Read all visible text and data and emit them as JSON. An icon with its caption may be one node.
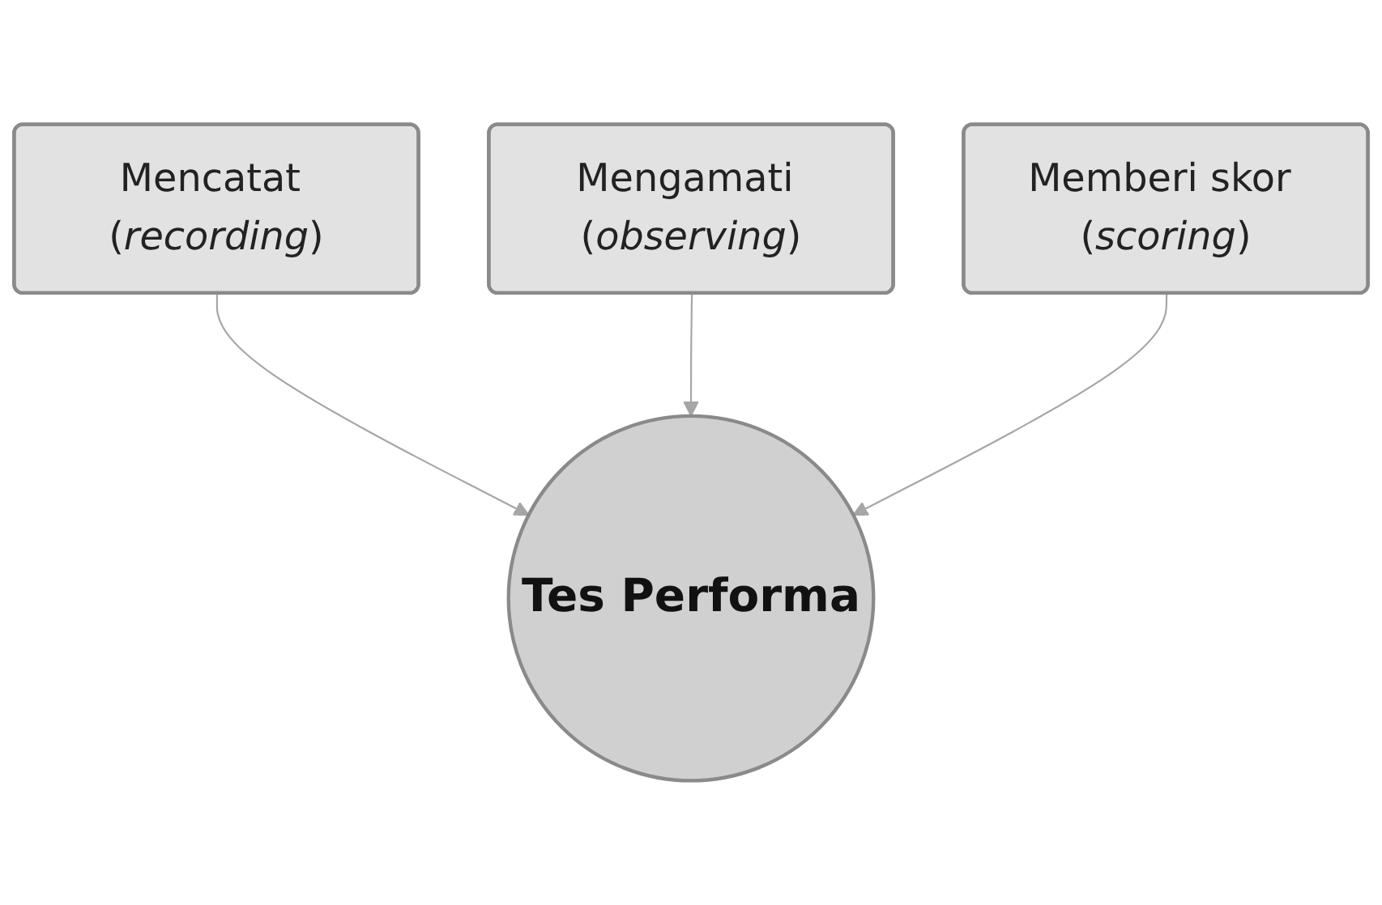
{
  "diagram": {
    "nodes": [
      {
        "text": [
          "Mencatat (*recording*)"
        ]
      },
      {
        "text": [
          "Mengamati (*observing*)"
        ]
      },
      {
        "text": [
          "Memberi skor (*scoring*)"
        ]
      },
      {
        "text": [
          "Tes Performa"
        ]
      }
    ],
    "edges": [
      {
        "from": 0,
        "to": 3,
        "arrow": "to"
      },
      {
        "from": 1,
        "to": 3,
        "arrow": "to"
      },
      {
        "from": 2,
        "to": 3,
        "arrow": "to"
      }
    ]
  }
}
